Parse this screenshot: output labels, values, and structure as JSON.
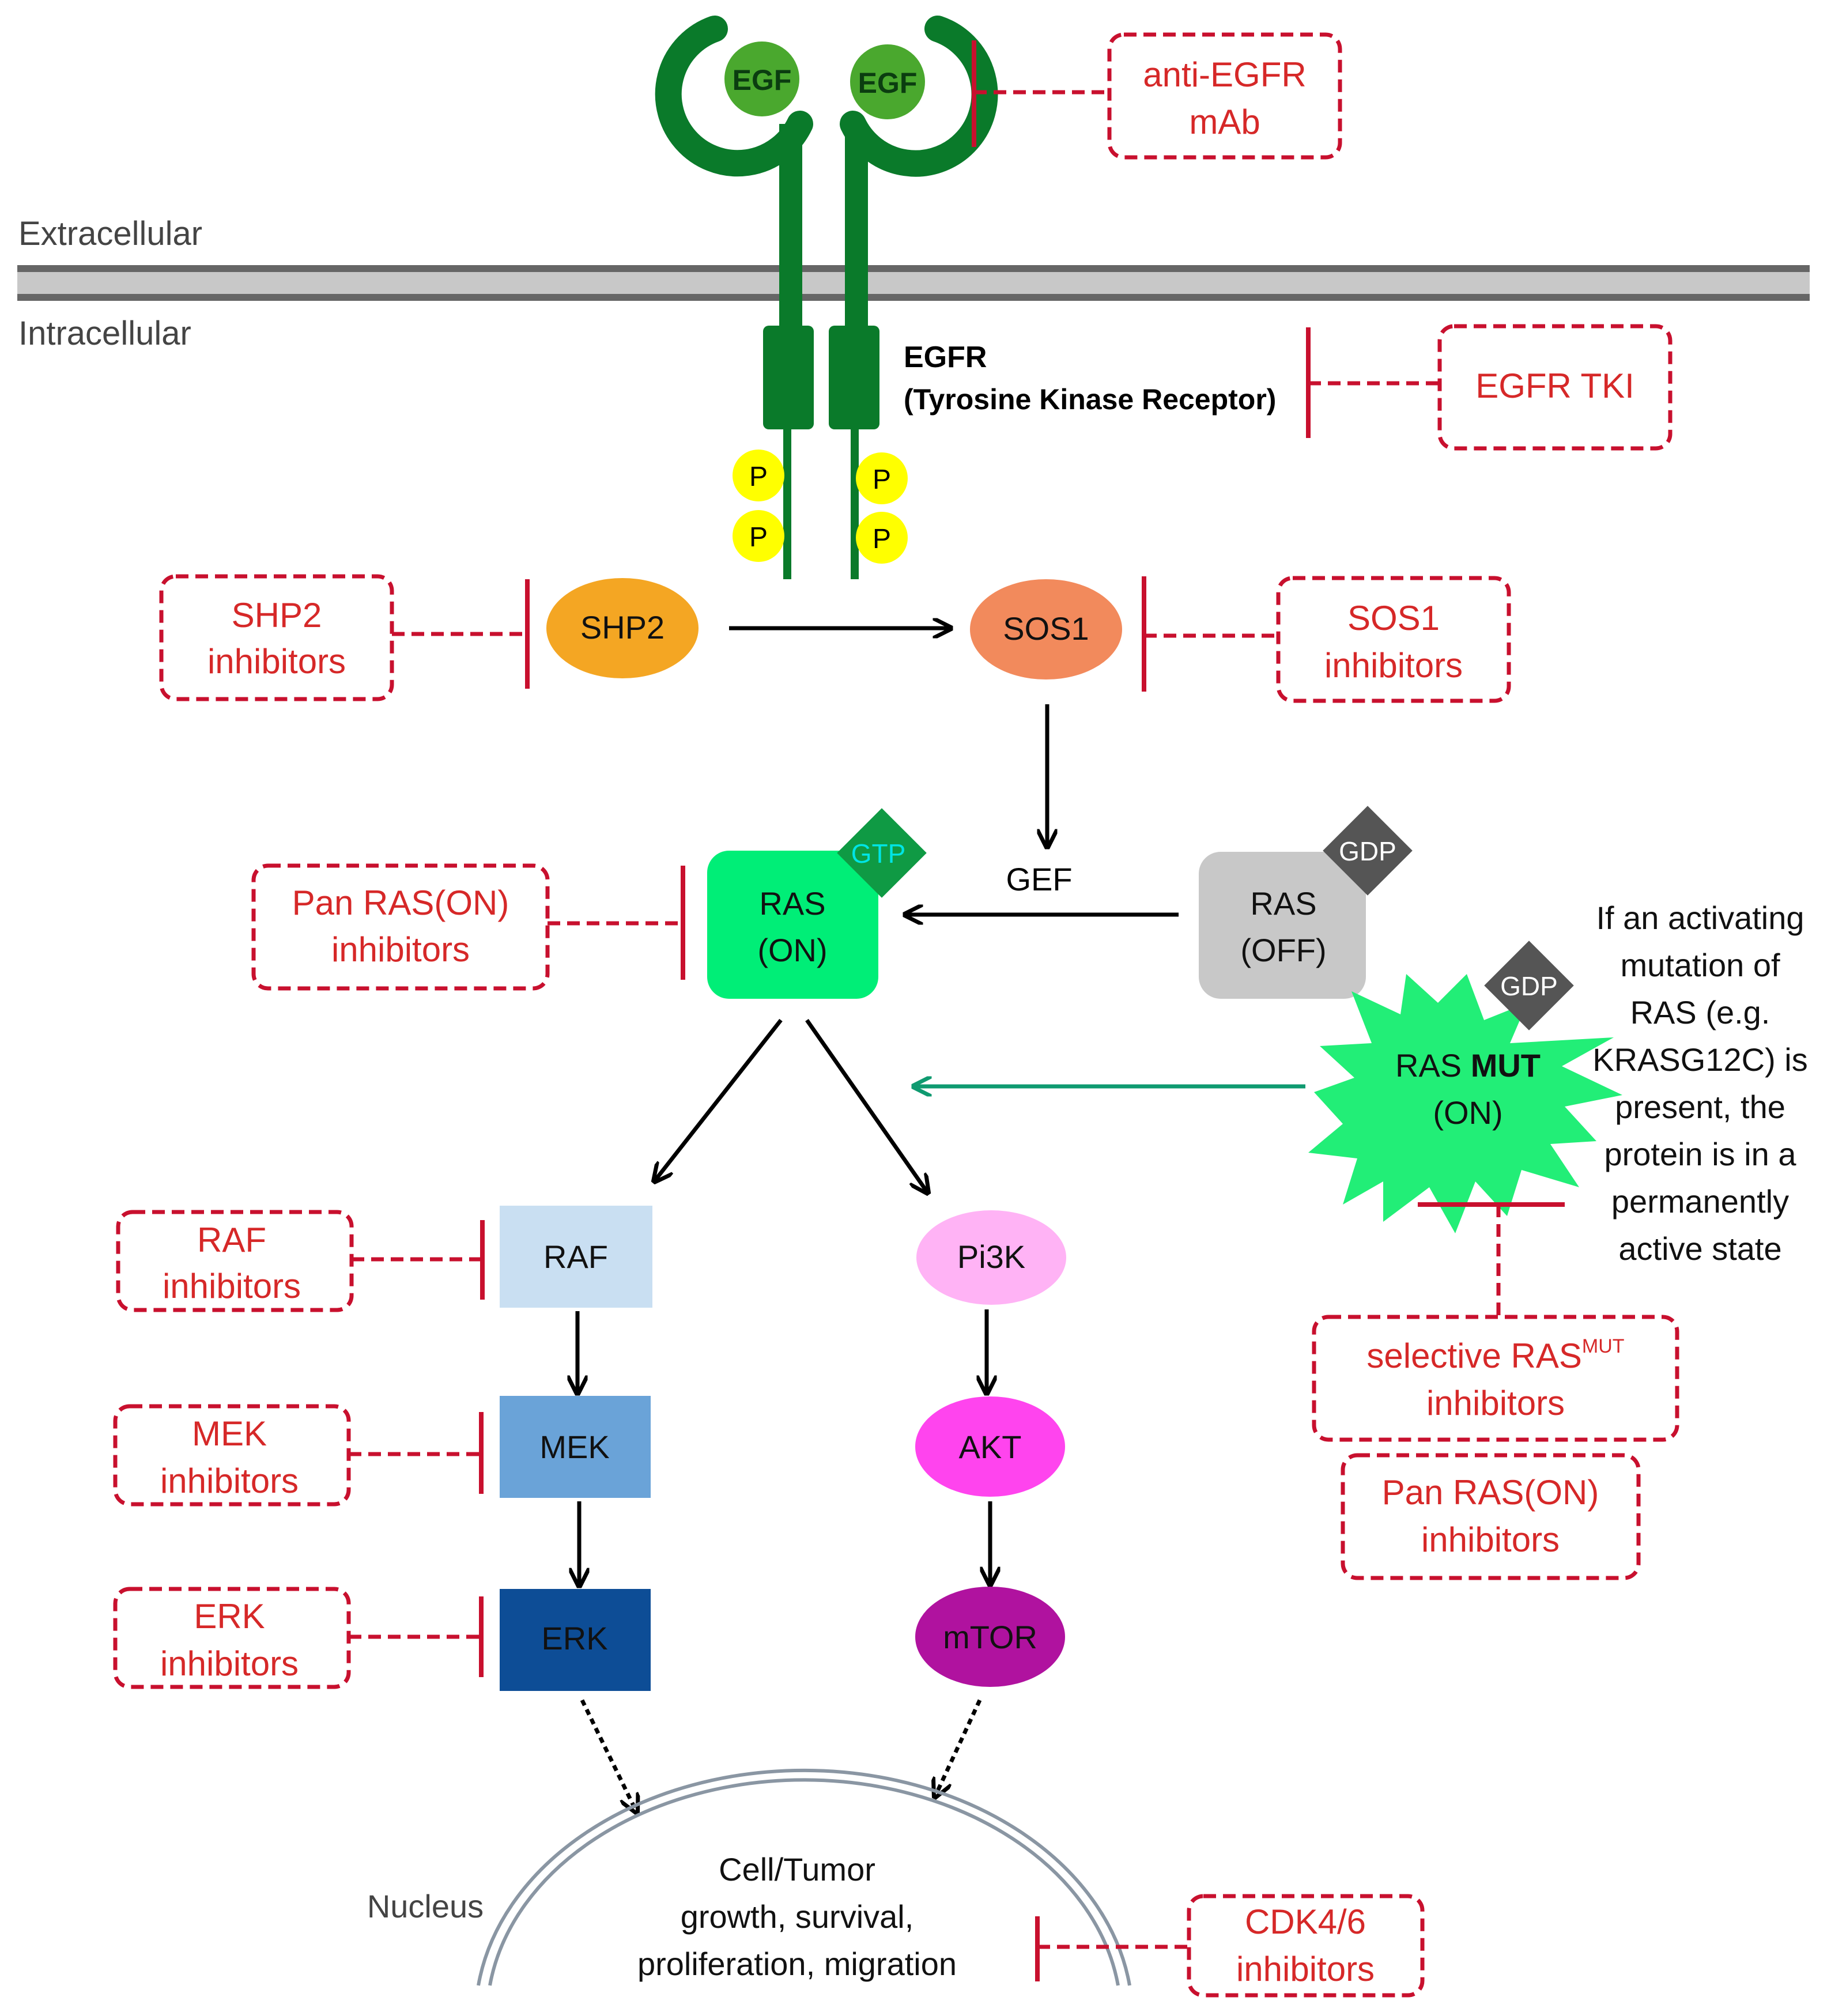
{
  "membrane": {
    "extracellular": "Extracellular",
    "intracellular": "Intracellular"
  },
  "receptor": {
    "ligand_left": "EGF",
    "ligand_right": "EGF",
    "name": "EGFR",
    "subtitle": "(Tyrosine Kinase Receptor)",
    "phospho": "P"
  },
  "nodes": {
    "shp2": "SHP2",
    "sos1": "SOS1",
    "gef": "GEF",
    "ras_on_line1": "RAS",
    "ras_on_line2": "(ON)",
    "gtp": "GTP",
    "ras_off_line1": "RAS",
    "ras_off_line2": "(OFF)",
    "gdp_off": "GDP",
    "ras_mut_prefix": "RAS ",
    "ras_mut_bold": "MUT",
    "ras_mut_line2": "(ON)",
    "gdp_mut": "GDP",
    "raf": "RAF",
    "mek": "MEK",
    "erk": "ERK",
    "pi3k": "Pi3K",
    "akt": "AKT",
    "mtor": "mTOR"
  },
  "inhibitors": {
    "anti_egfr": [
      "anti-EGFR",
      "mAb"
    ],
    "egfr_tki": [
      "EGFR TKI"
    ],
    "shp2": [
      "SHP2",
      "inhibitors"
    ],
    "sos1": [
      "SOS1",
      "inhibitors"
    ],
    "pan_ras_left": [
      "Pan RAS(ON)",
      "inhibitors"
    ],
    "raf": [
      "RAF",
      "inhibitors"
    ],
    "mek": [
      "MEK",
      "inhibitors"
    ],
    "erk": [
      "ERK",
      "inhibitors"
    ],
    "selective_ras_mut_main": "selective RAS",
    "selective_ras_mut_sup": "MUT",
    "selective_ras_mut_line2": "inhibitors",
    "pan_ras_right": [
      "Pan RAS(ON)",
      "inhibitors"
    ],
    "cdk46": [
      "CDK4/6",
      "inhibitors"
    ]
  },
  "note": [
    "If an activating",
    "mutation of",
    "RAS (e.g.",
    "KRASG12C) is",
    "present, the",
    "protein is in a",
    "permanently",
    "active state"
  ],
  "nucleus": {
    "label": "Nucleus",
    "outcome": [
      "Cell/Tumor",
      "growth, survival,",
      "proliferation, migration"
    ]
  },
  "colors": {
    "receptor": "#0a7a2a",
    "ligand": "#4aa82e",
    "phospho": "#ffff00",
    "shp2": "#f4a623",
    "sos1": "#f28a5c",
    "ras_on": "#00ee77",
    "gtp": "#0f9a44",
    "ras_off": "#c8c8c8",
    "gdp": "#555555",
    "ras_mut": "#22ee77",
    "mut_arrow": "#0f9a70",
    "raf": "#c9dff2",
    "mek": "#6aa3d8",
    "erk": "#0d4d96",
    "pi3k": "#ffb3f5",
    "akt": "#ff44ee",
    "mtor": "#b0129f",
    "inhibitor": "#c8102e"
  }
}
